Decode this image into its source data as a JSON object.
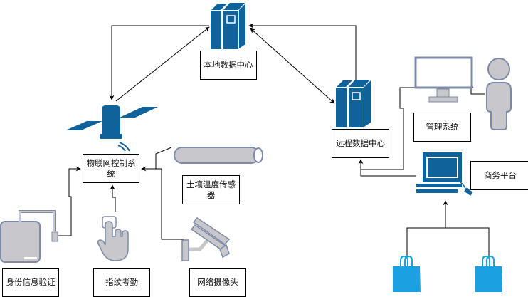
{
  "labels": {
    "local_dc": "本地数据中心",
    "iot_control": "物联网控制系统",
    "remote_dc": "远程数据中心",
    "management": "管理系统",
    "business": "商务平台",
    "soil_sensor": "土壤温度传感器",
    "id_verify": "身份信息验证",
    "fingerprint": "指纹考勤",
    "camera": "网络摄像头"
  },
  "colors": {
    "server": "#10629A",
    "bag": "#1BA1E2",
    "gray_fill": "#C8C8CC",
    "gray_stroke": "#7D8BA8"
  }
}
